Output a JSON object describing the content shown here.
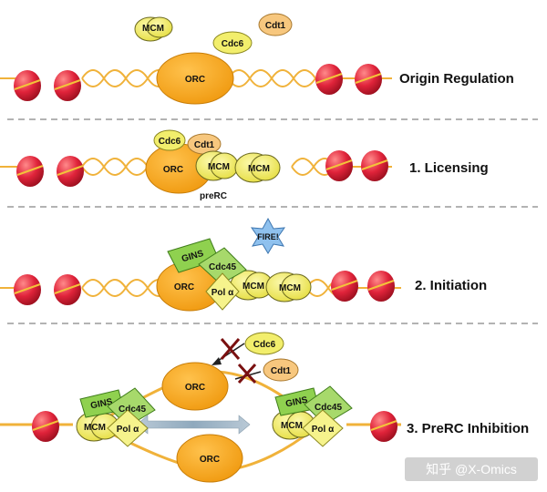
{
  "stages": [
    {
      "label": "Origin Regulation"
    },
    {
      "label": "1. Licensing"
    },
    {
      "label": "2. Initiation"
    },
    {
      "label": "3. PreRC Inhibition"
    }
  ],
  "proteins": {
    "mcm": "MCM",
    "cdc6": "Cdc6",
    "cdt1": "Cdt1",
    "orc": "ORC",
    "gins": "GINS",
    "cdc45": "Cdc45",
    "pol_a": "Pol α",
    "fire": "FIRE!",
    "prerc": "preRC"
  },
  "watermark": "知乎 @X-Omics",
  "colors": {
    "orc": "#f7a823",
    "mcm": "#f1ec6f",
    "gins": "#8fd14f",
    "pol": "#f6f38c",
    "nucleosome": "#e0233a",
    "dna": "#f0b23a",
    "separator": "#9a9a9a",
    "arrow": "#9fb7c9"
  }
}
